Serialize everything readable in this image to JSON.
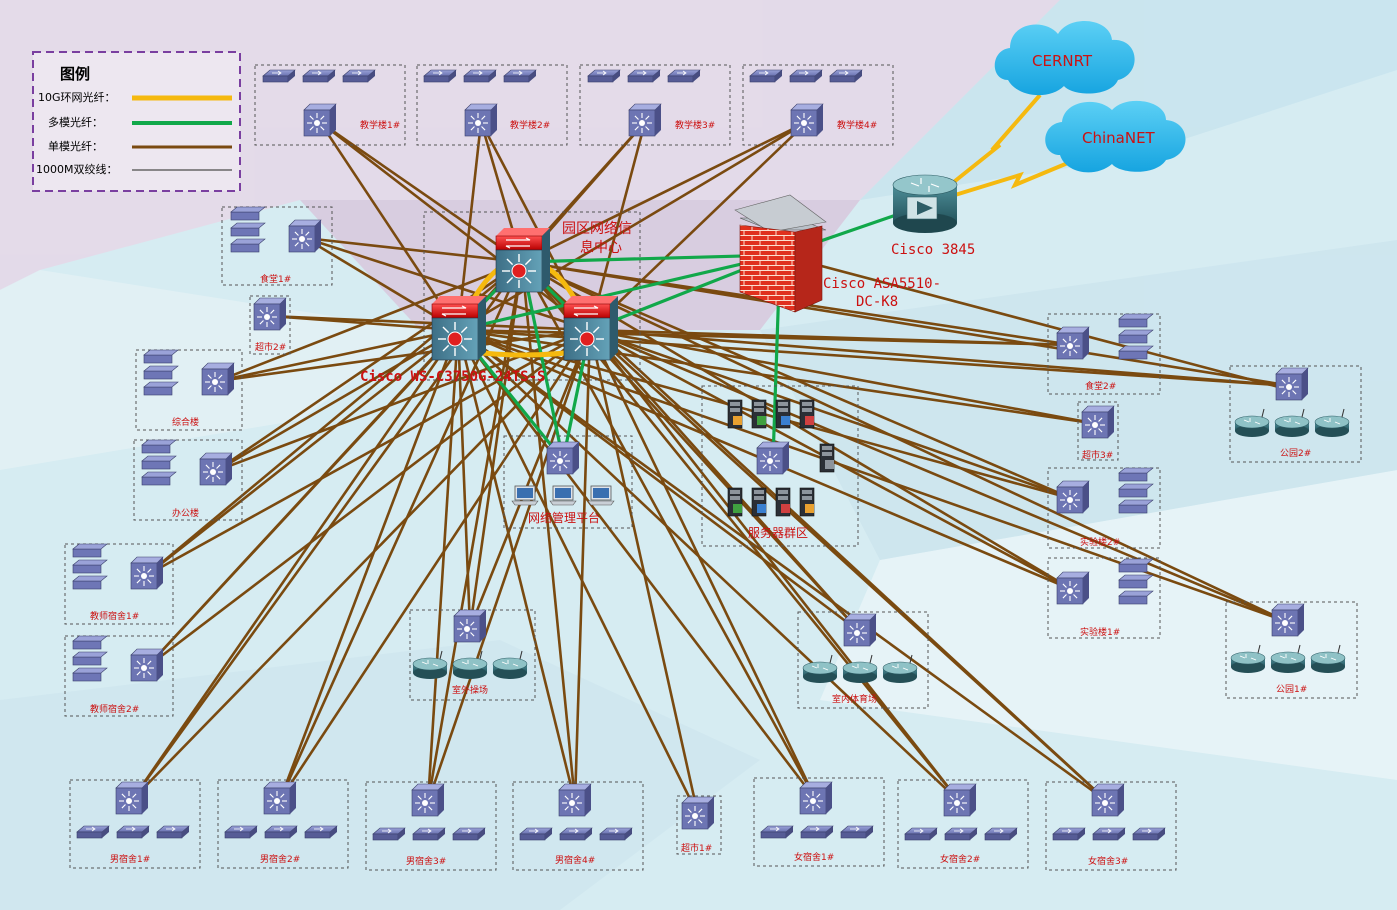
{
  "legend": {
    "title": "图例",
    "items": [
      {
        "label": "10G环网光纤：",
        "color": "#f5b90f"
      },
      {
        "label": "多模光纤：",
        "color": "#11a84a"
      },
      {
        "label": "单模光纤：",
        "color": "#7a4a10"
      },
      {
        "label": "1000M双绞线：",
        "color": "#666666"
      }
    ]
  },
  "clouds": {
    "cernet": "CERNRT",
    "chinanet": "ChinaNET"
  },
  "core": {
    "router_label": "Cisco 3845",
    "firewall_label_1": "Cisco ASA5510-",
    "firewall_label_2": "DC-K8",
    "center_label_1": "园区网络信",
    "center_label_2": "息中心",
    "switch_label": "Cisco WS-C3750G-24TS-S"
  },
  "groups": {
    "teach1": "教学楼1#",
    "teach2": "教学楼2#",
    "teach3": "教学楼3#",
    "teach4": "教学楼4#",
    "canteen1": "食堂1#",
    "market2": "超市2#",
    "complex": "综合楼",
    "office": "办公楼",
    "tdorm1": "教师宿舍1#",
    "tdorm2": "教师宿舍2#",
    "outdoor": "室外操场",
    "mgmt": "网络管理平台",
    "servers": "服务器群区",
    "indoor": "室内体育场",
    "canteen2": "食堂2#",
    "market3": "超市3#",
    "lab2": "实验楼2#",
    "lab1": "实验楼1#",
    "apt2": "公园2#",
    "apt1": "公园1#",
    "mdorm1": "男宿舍1#",
    "mdorm2": "男宿舍2#",
    "mdorm3": "男宿舍3#",
    "mdorm4": "男宿舍4#",
    "market1": "超市1#",
    "fdorm1": "女宿舍1#",
    "fdorm2": "女宿舍2#",
    "fdorm3": "女宿舍3#"
  }
}
